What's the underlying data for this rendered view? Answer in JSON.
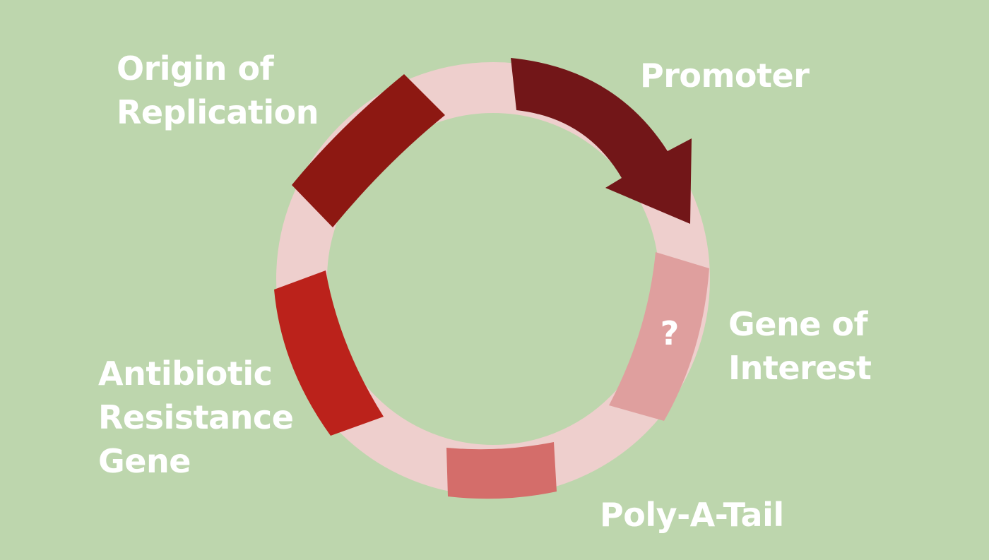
{
  "colors": {
    "background": "#bdd6ad",
    "ring": "#eecfcd",
    "origin_of_replication": "#8d1812",
    "promoter": "#721618",
    "gene_of_interest": "#df9f9e",
    "poly_a_tail": "#d46d6a",
    "antibiotic_resistance_gene": "#bb221b",
    "label_text": "#ffffff"
  },
  "labels": {
    "origin": [
      "Origin of",
      "Replication"
    ],
    "promoter": "Promoter",
    "gene_of_interest": [
      "Gene of",
      "Interest"
    ],
    "antibiotic": [
      "Antibiotic",
      "Resistance",
      "Gene"
    ],
    "poly_a": "Poly-A-Tail",
    "unknown_marker": "?"
  }
}
